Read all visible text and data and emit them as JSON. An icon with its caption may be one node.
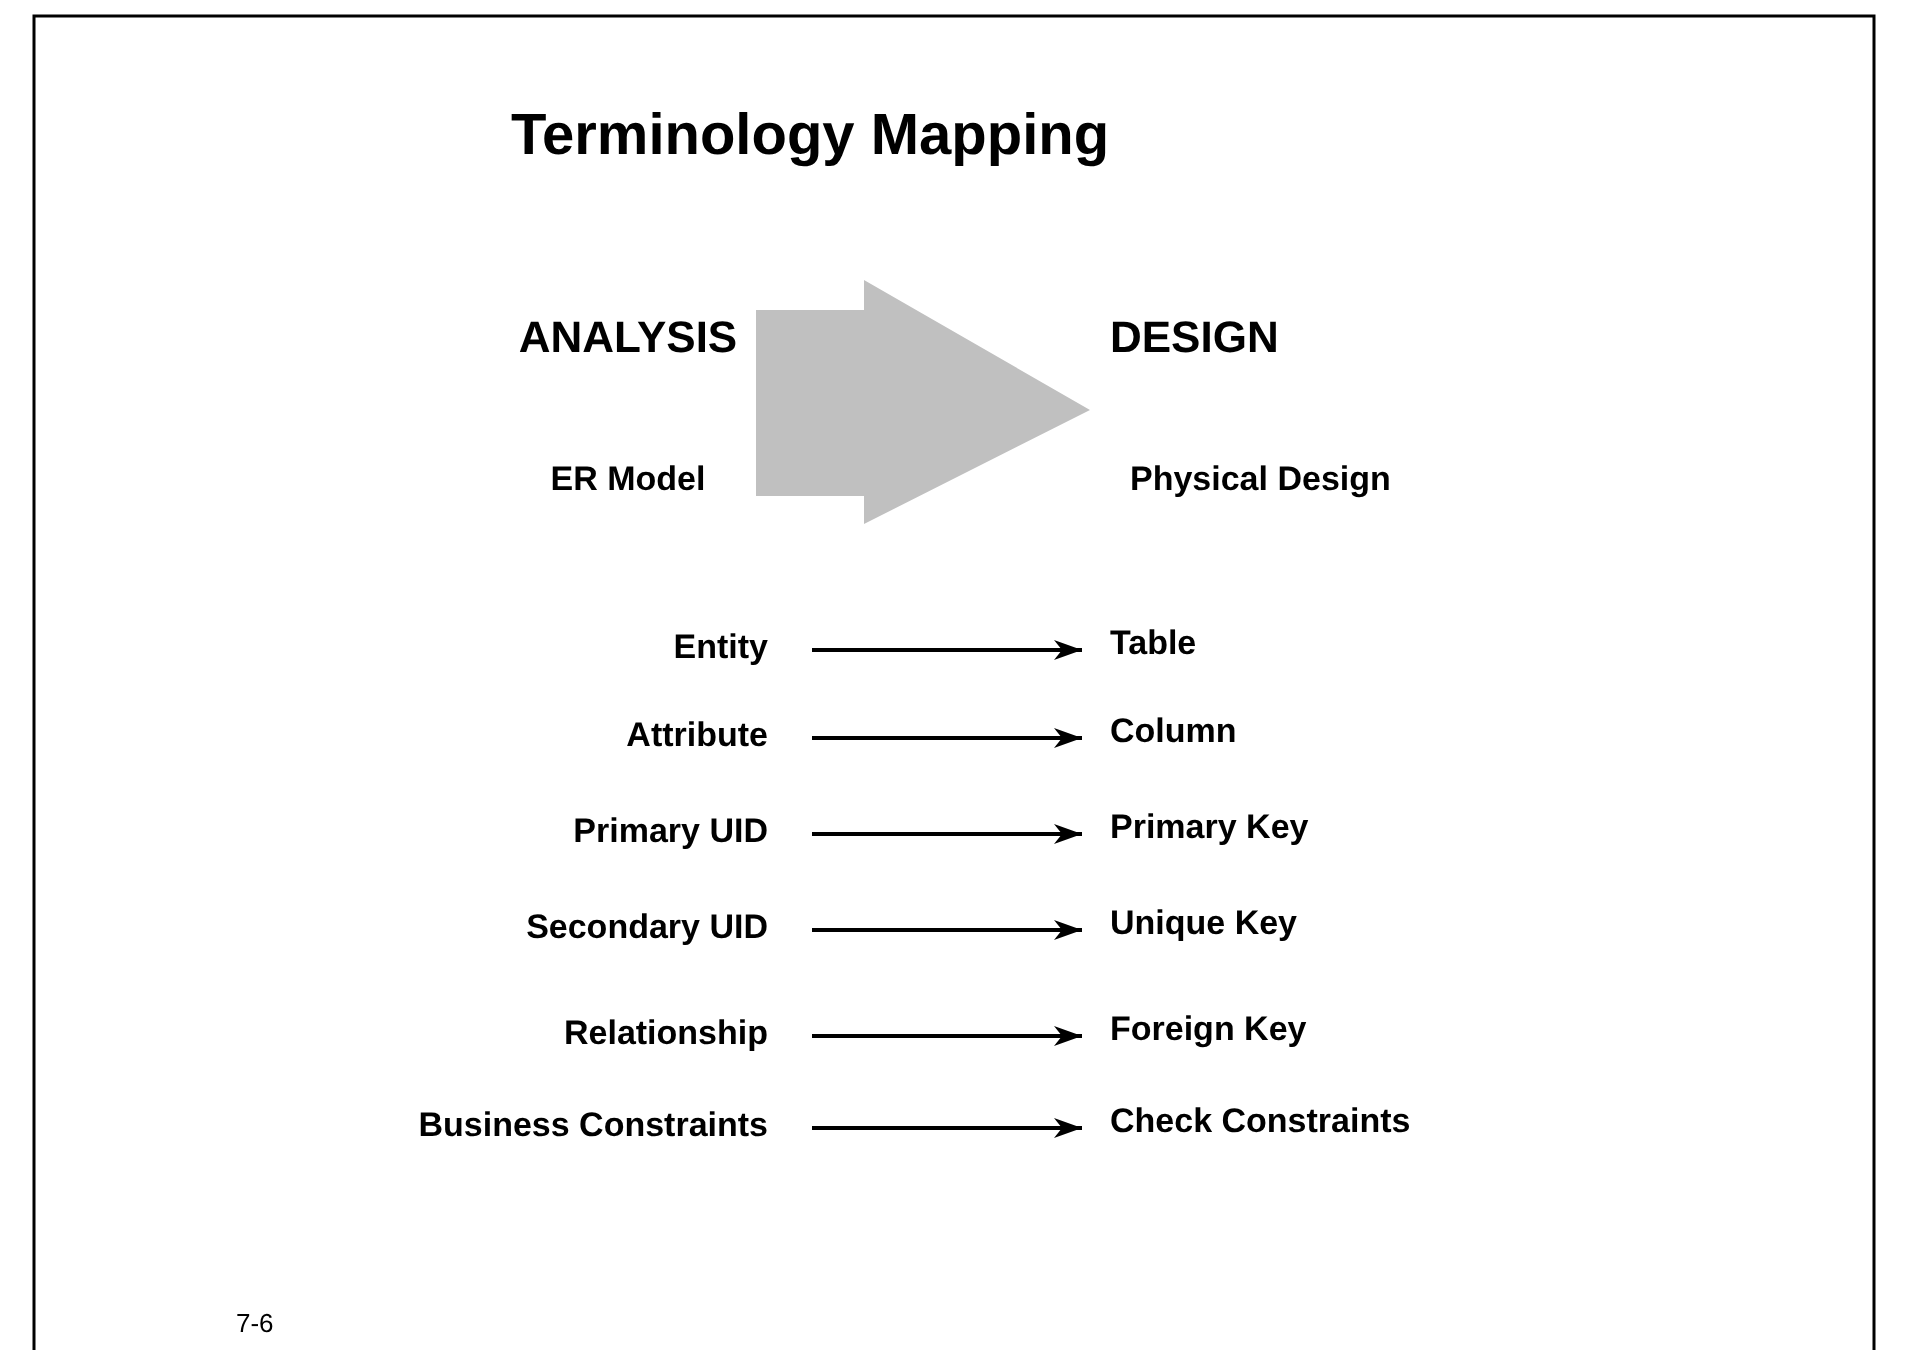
{
  "diagram": {
    "title": "Terminology Mapping",
    "nodes": [
      {
        "text": [
          "ANALYSIS",
          "ER Model"
        ]
      },
      {
        "text": [
          "DESIGN",
          "Physical Design"
        ]
      },
      {
        "text": [
          "Entity"
        ]
      },
      {
        "text": [
          "Table"
        ]
      },
      {
        "text": [
          "Attribute"
        ]
      },
      {
        "text": [
          "Column"
        ]
      },
      {
        "text": [
          "Primary UID"
        ]
      },
      {
        "text": [
          "Primary Key"
        ]
      },
      {
        "text": [
          "Secondary UID"
        ]
      },
      {
        "text": [
          "Unique Key"
        ]
      },
      {
        "text": [
          "Relationship"
        ]
      },
      {
        "text": [
          "Foreign Key"
        ]
      },
      {
        "text": [
          "Business Constraints"
        ]
      },
      {
        "text": [
          "Check Constraints"
        ]
      }
    ],
    "edges": [
      {
        "from": 0,
        "to": 1,
        "arrow": "to",
        "style": "thick",
        "color": "#c0c0c0"
      },
      {
        "from": 2,
        "to": 3,
        "arrow": "to"
      },
      {
        "from": 4,
        "to": 5,
        "arrow": "to"
      },
      {
        "from": 6,
        "to": 7,
        "arrow": "to"
      },
      {
        "from": 8,
        "to": 9,
        "arrow": "to"
      },
      {
        "from": 10,
        "to": 11,
        "arrow": "to"
      },
      {
        "from": 12,
        "to": 13,
        "arrow": "to"
      }
    ],
    "labels": [
      "7-6"
    ]
  }
}
